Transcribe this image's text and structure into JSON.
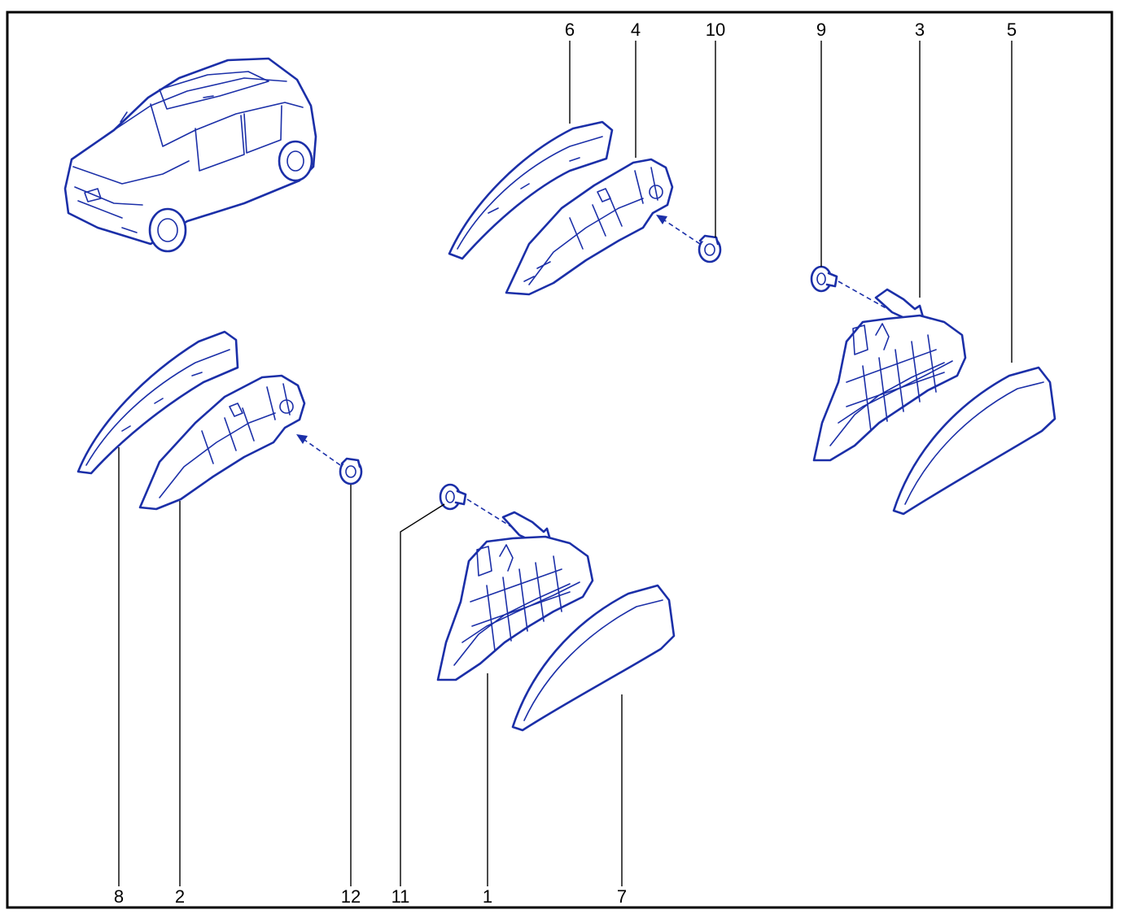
{
  "colors": {
    "ink": "#1b2fa8",
    "frame": "#000000",
    "background": "#ffffff"
  },
  "callouts": {
    "1": "1",
    "2": "2",
    "3": "3",
    "4": "4",
    "5": "5",
    "6": "6",
    "7": "7",
    "8": "8",
    "9": "9",
    "10": "10",
    "11": "11",
    "12": "12"
  }
}
